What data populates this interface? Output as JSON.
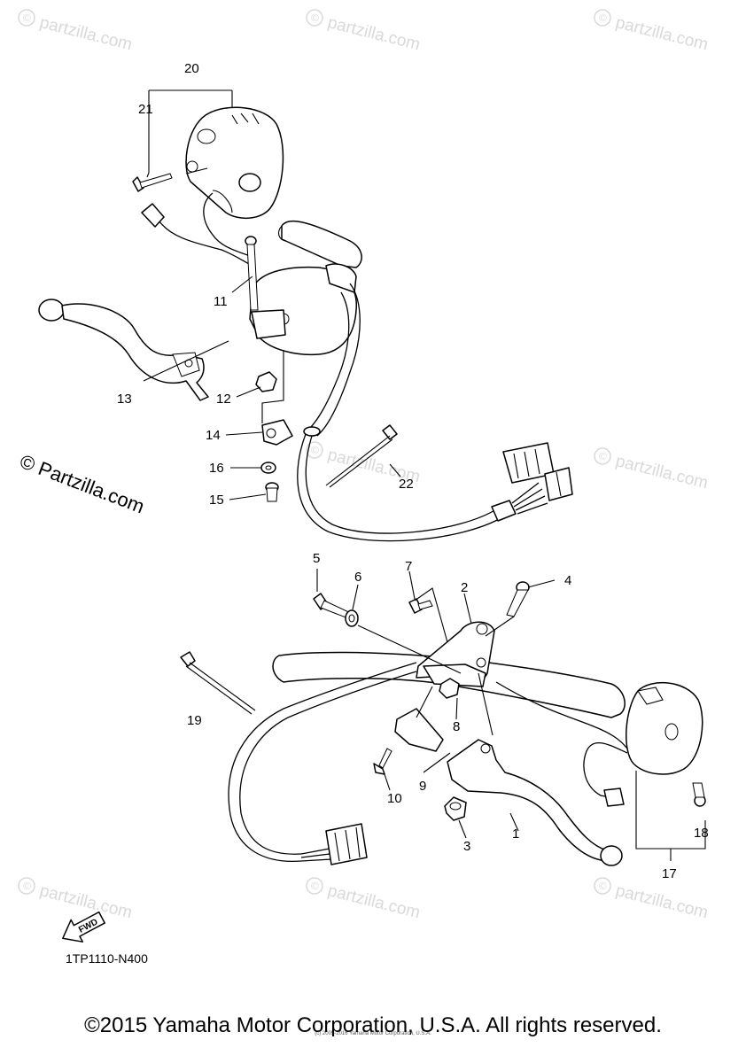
{
  "diagram": {
    "labels": [
      {
        "id": "20",
        "text": "20"
      },
      {
        "id": "21",
        "text": "21"
      },
      {
        "id": "11",
        "text": "11"
      },
      {
        "id": "13",
        "text": "13"
      },
      {
        "id": "12",
        "text": "12"
      },
      {
        "id": "14",
        "text": "14"
      },
      {
        "id": "16",
        "text": "16"
      },
      {
        "id": "15",
        "text": "15"
      },
      {
        "id": "22",
        "text": "22"
      },
      {
        "id": "5",
        "text": "5"
      },
      {
        "id": "6",
        "text": "6"
      },
      {
        "id": "7",
        "text": "7"
      },
      {
        "id": "2",
        "text": "2"
      },
      {
        "id": "4",
        "text": "4"
      },
      {
        "id": "19",
        "text": "19"
      },
      {
        "id": "8",
        "text": "8"
      },
      {
        "id": "9",
        "text": "9"
      },
      {
        "id": "10",
        "text": "10"
      },
      {
        "id": "3",
        "text": "3"
      },
      {
        "id": "1",
        "text": "1"
      },
      {
        "id": "18",
        "text": "18"
      },
      {
        "id": "17",
        "text": "17"
      }
    ],
    "fwd_label": "FWD",
    "diagram_code": "1TP1110-N400"
  },
  "watermarks": {
    "text": "partzilla.com",
    "side_text": "© Partzilla.com"
  },
  "footer": {
    "copyright": "©2015 Yamaha Motor Corporation, U.S.A. All rights reserved.",
    "small_note": "(c) 2005-2016 Yamaha Motor Corporation, U.S.A."
  }
}
